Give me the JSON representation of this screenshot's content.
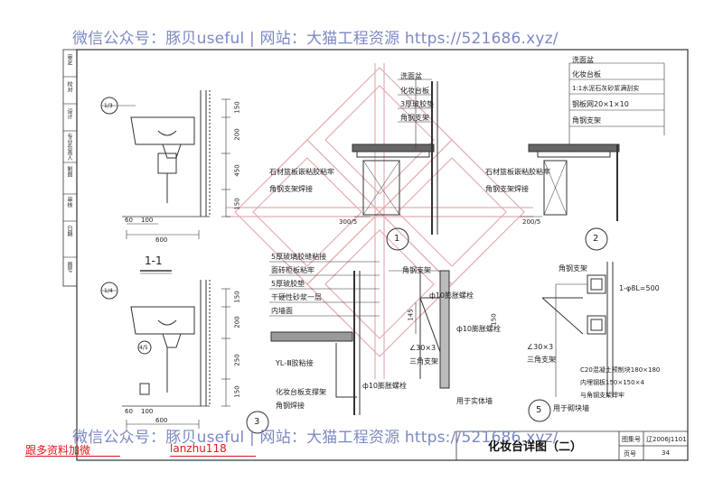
{
  "watermark": {
    "top": "微信公众号：豚贝useful | 网站：大猫工程资源 https://521686.xyz/",
    "bottom": "微信公众号：豚贝useful | 网站：大猫工程资源 https://521686.xyz/"
  },
  "red_notes": {
    "left": "跟多资料加微",
    "right": "lanzhu118"
  },
  "title_block": {
    "title": "化妆台详图（二）",
    "atlas_label": "图集号",
    "atlas_no": "辽2006J1101",
    "page_label": "页号",
    "page_no": "34"
  },
  "section_marks": {
    "section_1_1": "1-1",
    "detail_1": "1",
    "detail_2": "2",
    "detail_3": "3",
    "detail_5": "5",
    "index_top": "1/3",
    "index_mid": "1/4",
    "index_small": "4/5"
  },
  "dims": {
    "d150a": "150",
    "d200": "200",
    "d450": "450",
    "d150b": "150",
    "d60a": "60",
    "d100a": "100",
    "d600a": "600",
    "d150c": "150",
    "d200b": "200",
    "d250": "250",
    "d150d": "150",
    "d60b": "60",
    "d100b": "100",
    "d600b": "600",
    "d3005": "300/5",
    "d2005": "200/5",
    "d150e": "150",
    "d145": "145"
  },
  "labels_d1": {
    "wash_basin": "洗面盆",
    "vanity_board": "化妆台板",
    "glue_3mm": "3厚玻胶垫",
    "angle_bracket": "角钢支架",
    "stone_bond": "石材篮板嵌粘胶粘牢",
    "angle_weld": "角钢支架焊接"
  },
  "labels_d2": {
    "wash_basin": "洗面盆",
    "vanity_board": "化妆台板",
    "mortar": "1:1水泥石灰砂浆满刮实",
    "steel_net": "钢板网20×1×10",
    "angle_bracket": "角钢支架",
    "stone_bond": "石材篮板嵌粘胶粘牢",
    "angle_weld": "角钢支架焊接"
  },
  "labels_d3": {
    "glue_strip": "5厚玻璃胶缝粘接",
    "cabinet_fix": "面砖柜板粘牢",
    "glue_5mm": "5厚玻胶垫",
    "dry_mortar": "干硬性砂浆一层",
    "inner_wall": "内墙面",
    "yl_glue": "YL-Ⅲ胶粘接",
    "vanity_bracket": "化妆台板支撑架",
    "angle_weld": "角钢焊接"
  },
  "labels_d4": {
    "angle_bracket": "角钢支架",
    "bolt_a": "ф10膨胀螺栓",
    "bolt_b": "ф10膨胀螺栓",
    "angle_30": "∠30×3",
    "bracket_3": "三角支架",
    "solid_wall": "用于实体墙",
    "bolt_c": "ф10膨胀螺栓"
  },
  "labels_d5": {
    "bracket": "角钢支架",
    "channel": "1-φ8L=500",
    "angle_30": "∠30×3",
    "bracket_3": "三角支架",
    "concrete": "C20混凝土预制块180×180",
    "plate": "内埋钢板150×150×4",
    "weld": "与角钢支架焊牢",
    "block_wall": "用于砌块墙"
  },
  "side_labels": [
    "审定",
    "校对",
    "设计",
    "专业负责人",
    "制图",
    "审核",
    "日期",
    "图号"
  ]
}
